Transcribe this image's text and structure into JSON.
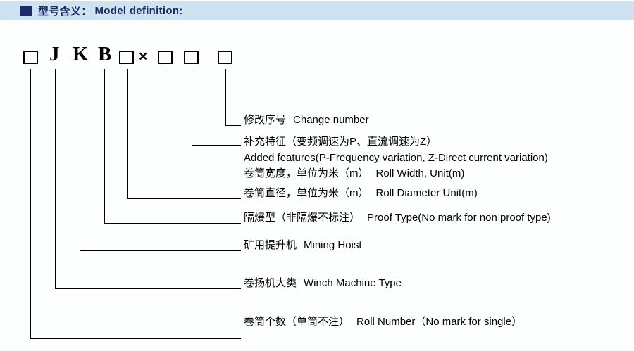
{
  "header": {
    "title_zh": "型号含义：",
    "title_en": "Model definition:",
    "bar_color": "#cfe2ef",
    "text_color": "#1c2b66"
  },
  "model_code": {
    "letters": {
      "j": "J",
      "k": "K",
      "b": "B"
    },
    "times": "×",
    "box_count": 5
  },
  "labels": [
    {
      "zh": "修改序号",
      "en": "Change number"
    },
    {
      "zh": "补充特征（变频调速为P、直流调速为Z）",
      "en": "Added features(P-Frequency variation, Z-Direct current variation)"
    },
    {
      "zh": "卷筒宽度，单位为米（m）",
      "en": "Roll Width, Unit(m)"
    },
    {
      "zh": "卷筒直径，单位为米（m）",
      "en": "Roll Diameter Unit(m)"
    },
    {
      "zh": "隔爆型（非隔爆不标注）",
      "en": "Proof Type(No mark for non proof type)"
    },
    {
      "zh": "矿用提升机",
      "en": "Mining Hoist"
    },
    {
      "zh": "卷扬机大类",
      "en": "Winch Machine Type"
    },
    {
      "zh": "卷筒个数（单筒不注）",
      "en": "Roll Number（No mark for single）"
    }
  ]
}
